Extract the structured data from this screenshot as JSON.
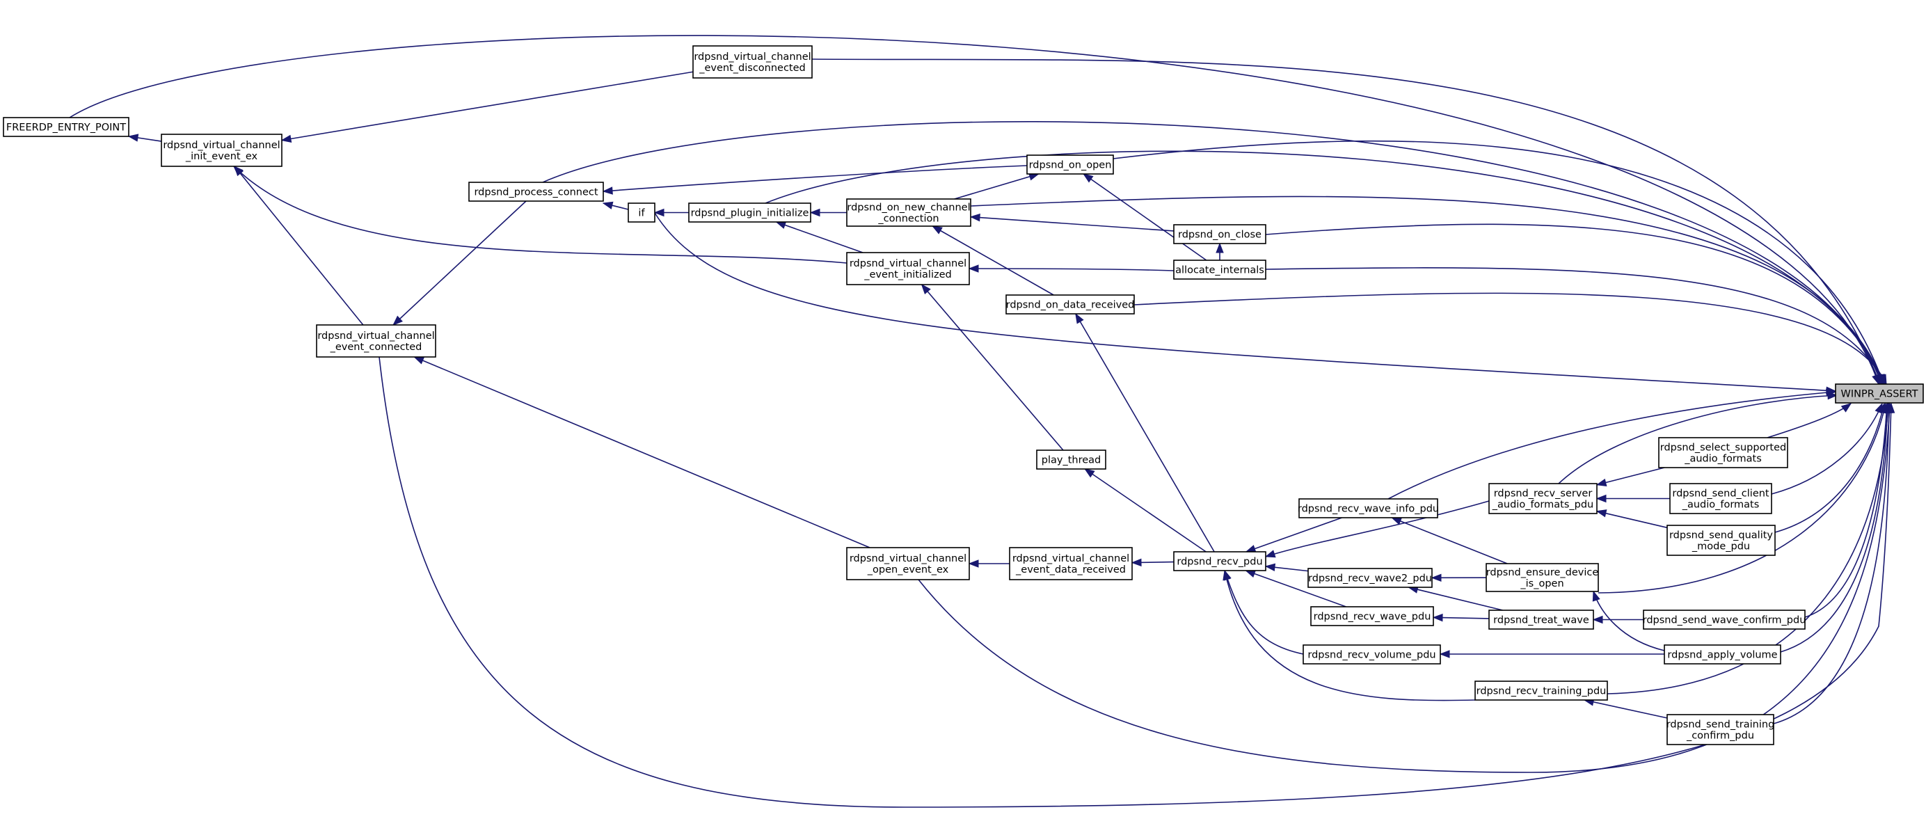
{
  "diagram": {
    "nodes": [
      {
        "id": "winpr_assert",
        "lines": [
          "WINPR_ASSERT"
        ]
      },
      {
        "id": "freerdp_entry_point",
        "lines": [
          "FREERDP_ENTRY_POINT"
        ]
      },
      {
        "id": "init_event_ex",
        "lines": [
          "rdpsnd_virtual_channel",
          "_init_event_ex"
        ]
      },
      {
        "id": "event_disconnected",
        "lines": [
          "rdpsnd_virtual_channel",
          "_event_disconnected"
        ]
      },
      {
        "id": "process_connect",
        "lines": [
          "rdpsnd_process_connect"
        ]
      },
      {
        "id": "if_node",
        "lines": [
          "if"
        ]
      },
      {
        "id": "plugin_initialize",
        "lines": [
          "rdpsnd_plugin_initialize"
        ]
      },
      {
        "id": "on_open",
        "lines": [
          "rdpsnd_on_open"
        ]
      },
      {
        "id": "on_new_channel_connection",
        "lines": [
          "rdpsnd_on_new_channel",
          "_connection"
        ]
      },
      {
        "id": "on_close",
        "lines": [
          "rdpsnd_on_close"
        ]
      },
      {
        "id": "event_initialized",
        "lines": [
          "rdpsnd_virtual_channel",
          "_event_initialized"
        ]
      },
      {
        "id": "allocate_internals",
        "lines": [
          "allocate_internals"
        ]
      },
      {
        "id": "on_data_received",
        "lines": [
          "rdpsnd_on_data_received"
        ]
      },
      {
        "id": "event_connected",
        "lines": [
          "rdpsnd_virtual_channel",
          "_event_connected"
        ]
      },
      {
        "id": "play_thread",
        "lines": [
          "play_thread"
        ]
      },
      {
        "id": "open_event_ex",
        "lines": [
          "rdpsnd_virtual_channel",
          "_open_event_ex"
        ]
      },
      {
        "id": "event_data_received",
        "lines": [
          "rdpsnd_virtual_channel",
          "_event_data_received"
        ]
      },
      {
        "id": "recv_pdu",
        "lines": [
          "rdpsnd_recv_pdu"
        ]
      },
      {
        "id": "recv_wave_info_pdu",
        "lines": [
          "rdpsnd_recv_wave_info_pdu"
        ]
      },
      {
        "id": "recv_server_audio_formats_pdu",
        "lines": [
          "rdpsnd_recv_server",
          "_audio_formats_pdu"
        ]
      },
      {
        "id": "select_supported_audio_formats",
        "lines": [
          "rdpsnd_select_supported",
          "_audio_formats"
        ]
      },
      {
        "id": "send_client_audio_formats",
        "lines": [
          "rdpsnd_send_client",
          "_audio_formats"
        ]
      },
      {
        "id": "send_quality_mode_pdu",
        "lines": [
          "rdpsnd_send_quality",
          "_mode_pdu"
        ]
      },
      {
        "id": "recv_wave2_pdu",
        "lines": [
          "rdpsnd_recv_wave2_pdu"
        ]
      },
      {
        "id": "ensure_device_is_open",
        "lines": [
          "rdpsnd_ensure_device",
          "_is_open"
        ]
      },
      {
        "id": "recv_wave_pdu",
        "lines": [
          "rdpsnd_recv_wave_pdu"
        ]
      },
      {
        "id": "treat_wave",
        "lines": [
          "rdpsnd_treat_wave"
        ]
      },
      {
        "id": "send_wave_confirm_pdu",
        "lines": [
          "rdpsnd_send_wave_confirm_pdu"
        ]
      },
      {
        "id": "recv_volume_pdu",
        "lines": [
          "rdpsnd_recv_volume_pdu"
        ]
      },
      {
        "id": "apply_volume",
        "lines": [
          "rdpsnd_apply_volume"
        ]
      },
      {
        "id": "recv_training_pdu",
        "lines": [
          "rdpsnd_recv_training_pdu"
        ]
      },
      {
        "id": "send_training_confirm_pdu",
        "lines": [
          "rdpsnd_send_training",
          "_confirm_pdu"
        ]
      }
    ],
    "edges": [
      {
        "from": "freerdp_entry_point",
        "to": "winpr_assert"
      },
      {
        "from": "event_disconnected",
        "to": "winpr_assert"
      },
      {
        "from": "process_connect",
        "to": "winpr_assert"
      },
      {
        "from": "plugin_initialize",
        "to": "winpr_assert"
      },
      {
        "from": "on_open",
        "to": "winpr_assert"
      },
      {
        "from": "on_new_channel_connection",
        "to": "winpr_assert"
      },
      {
        "from": "on_close",
        "to": "winpr_assert"
      },
      {
        "from": "allocate_internals",
        "to": "winpr_assert"
      },
      {
        "from": "on_data_received",
        "to": "winpr_assert"
      },
      {
        "from": "if_node",
        "to": "winpr_assert"
      },
      {
        "from": "recv_wave_info_pdu",
        "to": "winpr_assert"
      },
      {
        "from": "recv_server_audio_formats_pdu",
        "to": "winpr_assert"
      },
      {
        "from": "select_supported_audio_formats",
        "to": "winpr_assert"
      },
      {
        "from": "send_client_audio_formats",
        "to": "winpr_assert"
      },
      {
        "from": "send_quality_mode_pdu",
        "to": "winpr_assert"
      },
      {
        "from": "ensure_device_is_open",
        "to": "winpr_assert"
      },
      {
        "from": "send_wave_confirm_pdu",
        "to": "winpr_assert"
      },
      {
        "from": "apply_volume",
        "to": "winpr_assert"
      },
      {
        "from": "recv_training_pdu",
        "to": "winpr_assert"
      },
      {
        "from": "send_training_confirm_pdu",
        "to": "winpr_assert"
      },
      {
        "from": "open_event_ex",
        "to": "winpr_assert"
      },
      {
        "from": "event_connected",
        "to": "winpr_assert"
      },
      {
        "from": "init_event_ex",
        "to": "freerdp_entry_point"
      },
      {
        "from": "event_disconnected",
        "to": "init_event_ex"
      },
      {
        "from": "event_initialized",
        "to": "init_event_ex"
      },
      {
        "from": "event_connected",
        "to": "init_event_ex"
      },
      {
        "from": "on_open",
        "to": "process_connect"
      },
      {
        "from": "if_node",
        "to": "process_connect"
      },
      {
        "from": "process_connect",
        "to": "event_connected"
      },
      {
        "from": "plugin_initialize",
        "to": "if_node"
      },
      {
        "from": "on_new_channel_connection",
        "to": "plugin_initialize"
      },
      {
        "from": "event_initialized",
        "to": "plugin_initialize"
      },
      {
        "from": "on_new_channel_connection",
        "to": "on_open"
      },
      {
        "from": "allocate_internals",
        "to": "on_open"
      },
      {
        "from": "on_close",
        "to": "on_new_channel_connection"
      },
      {
        "from": "on_data_received",
        "to": "on_new_channel_connection"
      },
      {
        "from": "allocate_internals",
        "to": "on_close"
      },
      {
        "from": "allocate_internals",
        "to": "event_initialized"
      },
      {
        "from": "play_thread",
        "to": "event_initialized"
      },
      {
        "from": "recv_pdu",
        "to": "on_data_received"
      },
      {
        "from": "recv_pdu",
        "to": "play_thread"
      },
      {
        "from": "open_event_ex",
        "to": "event_connected"
      },
      {
        "from": "event_data_received",
        "to": "open_event_ex"
      },
      {
        "from": "recv_pdu",
        "to": "event_data_received"
      },
      {
        "from": "recv_wave_info_pdu",
        "to": "recv_pdu"
      },
      {
        "from": "recv_server_audio_formats_pdu",
        "to": "recv_pdu"
      },
      {
        "from": "recv_wave2_pdu",
        "to": "recv_pdu"
      },
      {
        "from": "recv_wave_pdu",
        "to": "recv_pdu"
      },
      {
        "from": "recv_volume_pdu",
        "to": "recv_pdu"
      },
      {
        "from": "recv_training_pdu",
        "to": "recv_pdu"
      },
      {
        "from": "select_supported_audio_formats",
        "to": "recv_server_audio_formats_pdu"
      },
      {
        "from": "send_client_audio_formats",
        "to": "recv_server_audio_formats_pdu"
      },
      {
        "from": "send_quality_mode_pdu",
        "to": "recv_server_audio_formats_pdu"
      },
      {
        "from": "ensure_device_is_open",
        "to": "recv_wave_info_pdu"
      },
      {
        "from": "ensure_device_is_open",
        "to": "recv_wave2_pdu"
      },
      {
        "from": "treat_wave",
        "to": "recv_wave2_pdu"
      },
      {
        "from": "treat_wave",
        "to": "recv_wave_pdu"
      },
      {
        "from": "send_wave_confirm_pdu",
        "to": "treat_wave"
      },
      {
        "from": "apply_volume",
        "to": "ensure_device_is_open"
      },
      {
        "from": "apply_volume",
        "to": "recv_volume_pdu"
      },
      {
        "from": "send_training_confirm_pdu",
        "to": "recv_training_pdu"
      }
    ]
  }
}
